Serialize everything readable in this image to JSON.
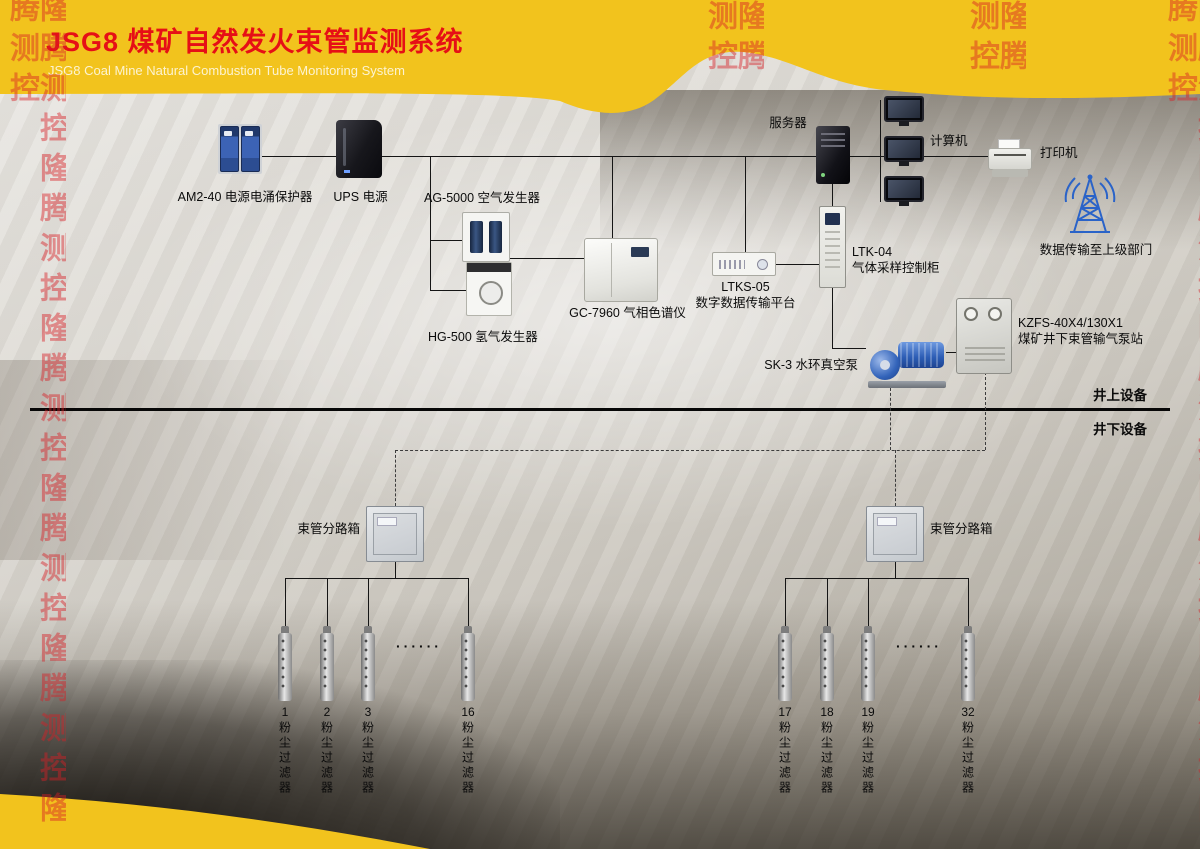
{
  "header": {
    "title": "JSG8 煤矿自然发火束管监测系统",
    "subtitle": "JSG8 Coal Mine Natural Combustion Tube Monitoring System"
  },
  "watermark": {
    "text": "隆腾测控"
  },
  "colors": {
    "brand_yellow": "#f2c31d",
    "title_red": "#e60f16",
    "watermark_red": "#d61e26",
    "line_black": "#151515",
    "pump_blue": "#2b5cb4",
    "antenna_blue": "#2a63c8"
  },
  "devices": {
    "am240": {
      "label": "AM2-40 电源电涌保护器"
    },
    "ups": {
      "label": "UPS 电源"
    },
    "ag5000": {
      "label": "AG-5000 空气发生器"
    },
    "hg500": {
      "label": "HG-500 氢气发生器"
    },
    "gc7960": {
      "label": "GC-7960 气相色谱仪"
    },
    "ltks05": {
      "line1": "LTKS-05",
      "line2": "数字数据传输平台"
    },
    "server": {
      "label": "服务器"
    },
    "computer": {
      "label": "计算机"
    },
    "printer": {
      "label": "打印机"
    },
    "antenna": {
      "label": "数据传输至上级部门"
    },
    "ltk04": {
      "line1": "LTK-04",
      "line2": "气体采样控制柜"
    },
    "sk3": {
      "label": "SK-3 水环真空泵"
    },
    "kzfs": {
      "line1": "KZFS-40X4/130X1",
      "line2": "煤矿井下束管输气泵站"
    },
    "branch_left": {
      "label": "束管分路箱"
    },
    "branch_right": {
      "label": "束管分路箱"
    }
  },
  "zones": {
    "surface": "井上设备",
    "underground": "井下设备"
  },
  "filters": {
    "name_vertical": "粉尘过滤器",
    "ellipsis": "······",
    "left_numbers": [
      "1",
      "2",
      "3",
      "16"
    ],
    "right_numbers": [
      "17",
      "18",
      "19",
      "32"
    ]
  }
}
